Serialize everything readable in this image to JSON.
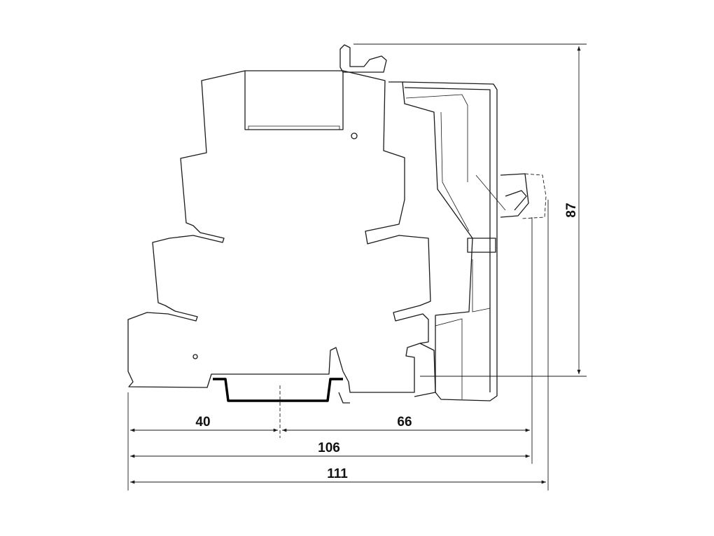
{
  "dimensions": {
    "height": "87",
    "left_rail_offset": "40",
    "right_rail_offset": "66",
    "width_base": "106",
    "width_total": "111"
  },
  "colors": {
    "line": "#1a1a1a",
    "background": "#ffffff"
  }
}
